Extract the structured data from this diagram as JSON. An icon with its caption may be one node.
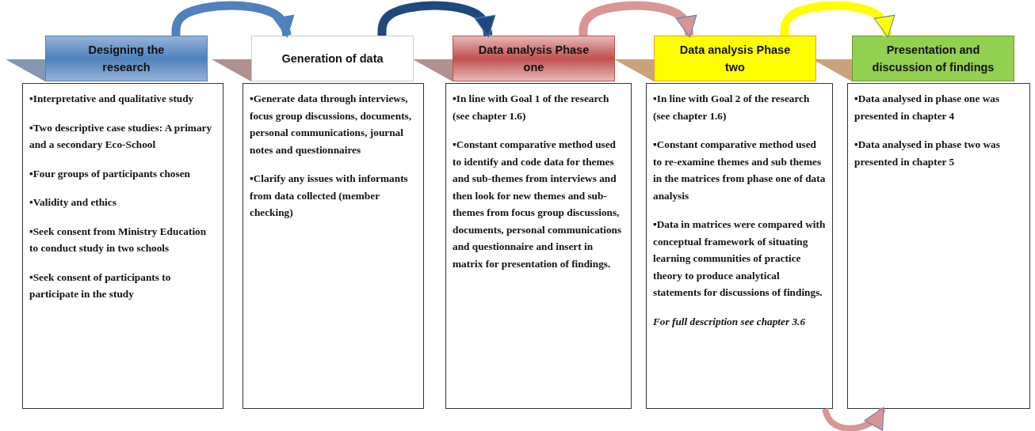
{
  "diagram": {
    "nodes": [
      {
        "text": [
          "Designing the research"
        ]
      },
      {
        "text": [
          "Generation of data"
        ]
      },
      {
        "text": [
          "Data analysis Phase one"
        ]
      },
      {
        "text": [
          "Data analysis Phase two"
        ]
      },
      {
        "text": [
          "Presentation and discussion of findings"
        ]
      },
      {
        "text": [
          "▪Interpretative and qualitative study",
          "▪Two descriptive case studies: A primary and a secondary Eco-School",
          "▪Four groups of participants chosen",
          "▪Validity and ethics",
          "▪Seek consent from Ministry Education to conduct study in two schools",
          "▪Seek consent of participants to participate in the study"
        ]
      },
      {
        "text": [
          "▪Generate data through interviews, focus group discussions, documents, personal communications, journal notes and questionnaires",
          "▪Clarify any issues with informants from data collected (member checking)"
        ]
      },
      {
        "text": [
          "▪In line with Goal 1 of the research (see chapter 1.6)",
          "▪Constant comparative method used to identify and code data for themes and sub-themes from interviews and then look for new themes and sub-themes from focus group discussions, documents, personal communications and questionnaire and insert in matrix for presentation of findings."
        ]
      },
      {
        "text": [
          "▪In line with Goal 2 of the research (see chapter 1.6)",
          "▪Constant comparative method used to re-examine themes and sub themes in the matrices from phase one of data analysis",
          "▪Data in matrices were compared with conceptual framework of situating learning communities of practice theory to produce analytical statements for discussions of findings.",
          "*For full description see chapter 3.6*"
        ]
      },
      {
        "text": [
          "▪Data analysed in phase one was presented in chapter 4",
          "▪Data analysed in phase two was presented in chapter 5"
        ]
      }
    ],
    "edges": [
      {
        "from": 0,
        "to": 1,
        "arrow": "to",
        "color": "#4f81bd"
      },
      {
        "from": 1,
        "to": 2,
        "arrow": "to",
        "color": "#1f497d"
      },
      {
        "from": 2,
        "to": 3,
        "arrow": "to",
        "color": "#d99694"
      },
      {
        "from": 3,
        "to": 4,
        "arrow": "to",
        "color": "#ffff00"
      },
      {
        "from": 8,
        "to": 9,
        "arrow": "to",
        "color": "#d99694"
      }
    ]
  }
}
